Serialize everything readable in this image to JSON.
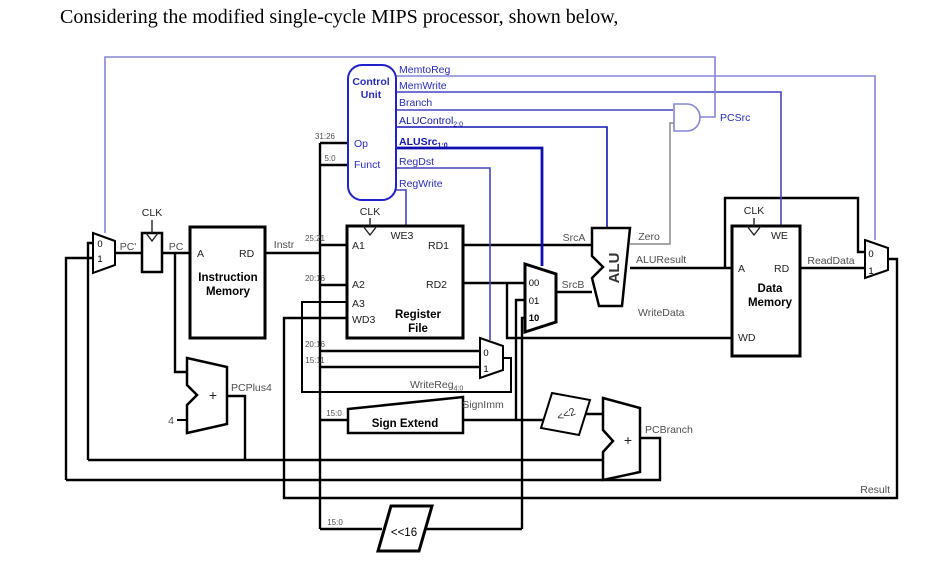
{
  "title": "Considering the modified single-cycle MIPS processor, shown below,",
  "colors": {
    "control_blue": "#2a2ac0",
    "control_light": "#8585d6",
    "control_dark": "#1414b4",
    "alusrc_bold_blue": "#0f0fb0",
    "signal_gray": "#4f4f4f",
    "zero_wire_gray": "#8a8a8a",
    "datapath_black": "#000000"
  },
  "control_unit": {
    "title_line1": "Control",
    "title_line2": "Unit",
    "op": "Op",
    "funct": "Funct",
    "memtoreg": "MemtoReg",
    "memwrite": "MemWrite",
    "branch": "Branch",
    "alucontrol": "ALUControl",
    "alucontrol_sub": "2:0",
    "alusrc": "ALUSrc",
    "alusrc_sub": "1:0",
    "regdst": "RegDst",
    "regwrite": "RegWrite",
    "pcsrc": "PCSrc"
  },
  "bit_ranges": {
    "op": "31:26",
    "funct": "5:0",
    "a1": "25:21",
    "a2": "20:16",
    "writereg0": "20:16",
    "writereg1": "15:11",
    "signext": "15:0",
    "shift16": "15:0"
  },
  "blocks": {
    "clk": "CLK",
    "instruction_memory": {
      "name_line1": "Instruction",
      "name_line2": "Memory",
      "a": "A",
      "rd": "RD"
    },
    "register_file": {
      "name_line1": "Register",
      "name_line2": "File",
      "we3": "WE3",
      "a1": "A1",
      "rd1": "RD1",
      "a2": "A2",
      "rd2": "RD2",
      "a3": "A3",
      "wd3": "WD3"
    },
    "data_memory": {
      "name_line1": "Data",
      "name_line2": "Memory",
      "we": "WE",
      "a": "A",
      "rd": "RD",
      "wd": "WD"
    },
    "sign_extend": {
      "name": "Sign Extend"
    },
    "alu": {
      "name": "ALU"
    },
    "shift2": {
      "name": "<<2"
    },
    "shift16": {
      "name": "<<16"
    }
  },
  "muxes": {
    "pc_mux": {
      "in0": "0",
      "in1": "1"
    },
    "srcb_mux": {
      "in00": "00",
      "in01": "01",
      "in10": "10"
    },
    "writereg_mux": {
      "in0": "0",
      "in1": "1"
    },
    "result_mux": {
      "in0": "0",
      "in1": "1"
    }
  },
  "signals": {
    "pc_prime": "PC'",
    "pc": "PC",
    "instr": "Instr",
    "srca": "SrcA",
    "srcb": "SrcB",
    "zero": "Zero",
    "aluresult": "ALUResult",
    "writedata": "WriteData",
    "readdata": "ReadData",
    "result": "Result",
    "pcplus4": "PCPlus4",
    "pcbranch": "PCBranch",
    "signimm": "SignImm",
    "writereg": "WriteReg",
    "writereg_sub": "4:0",
    "four": "4"
  }
}
